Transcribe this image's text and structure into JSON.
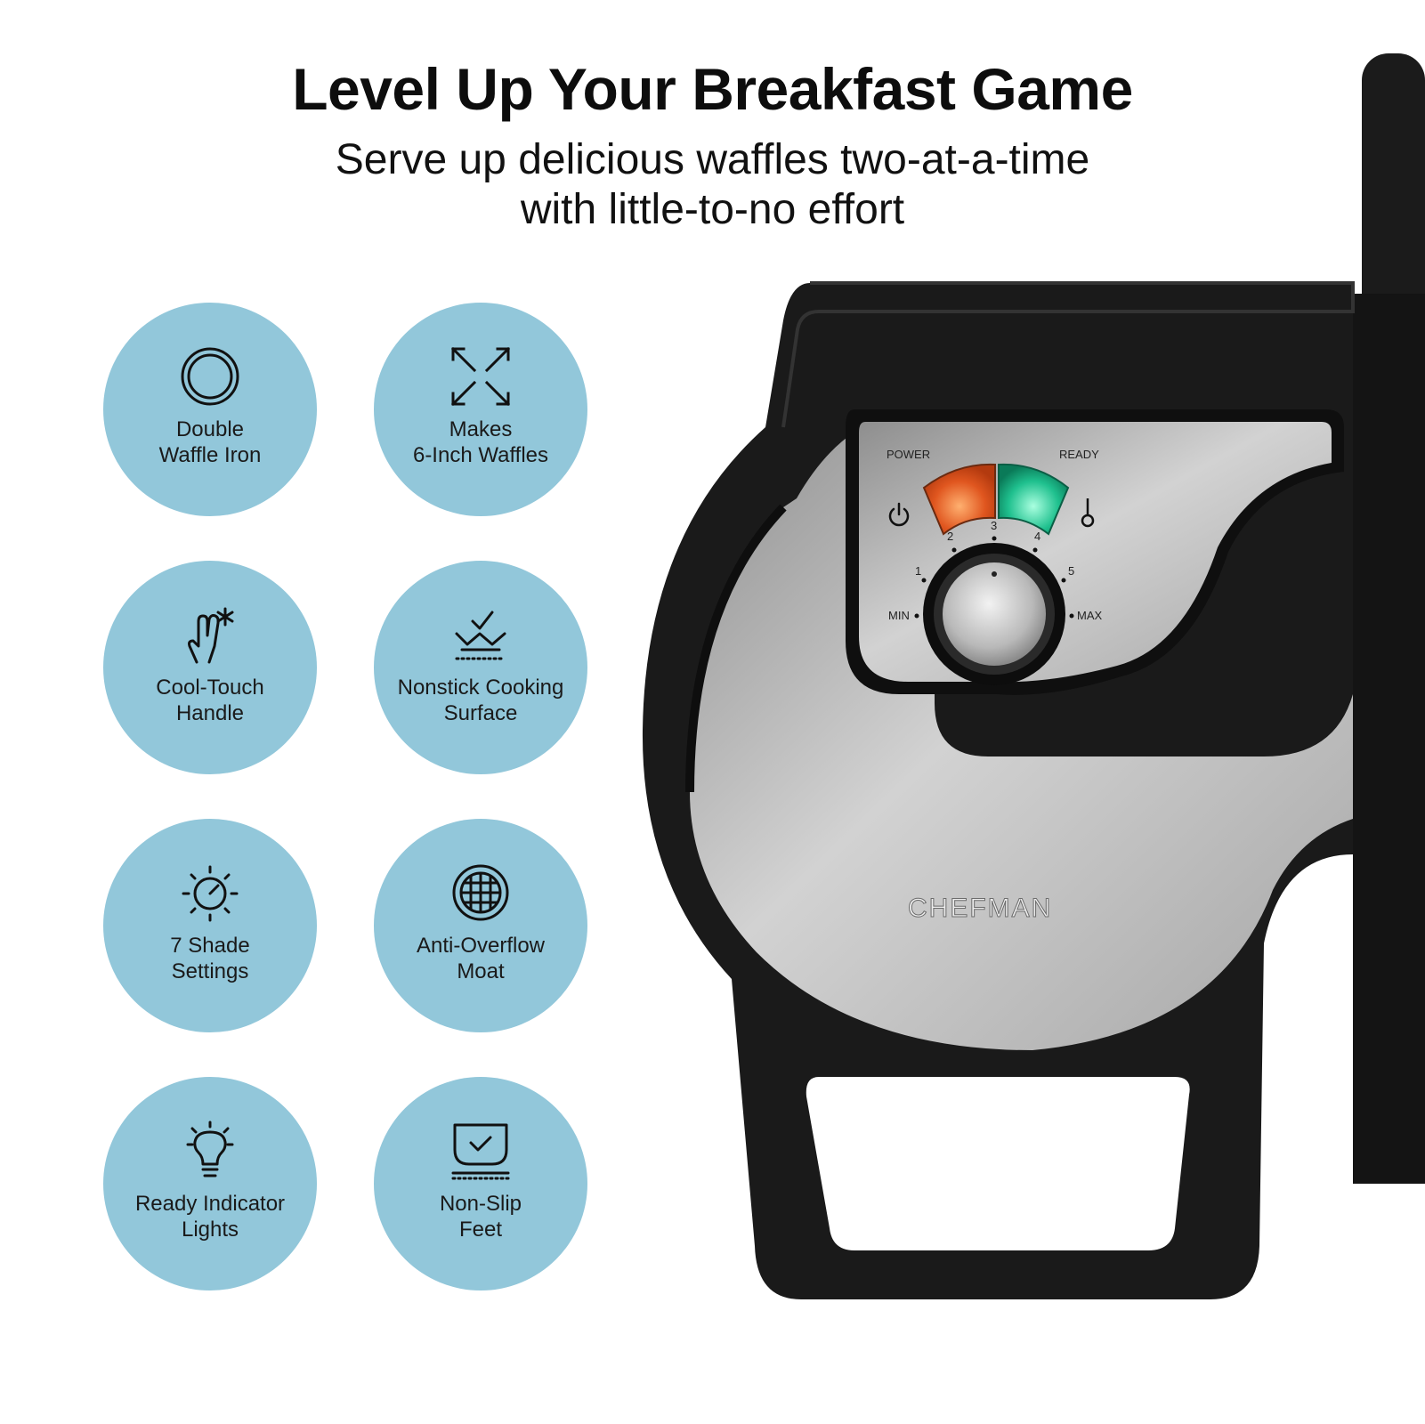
{
  "headline": "Level Up Your Breakfast Game",
  "subheadline": {
    "line1": "Serve up delicious waffles two-at-a-time",
    "line2": "with little-to-no effort"
  },
  "colors": {
    "badge": "#92c7da",
    "power_light": "#e0561f",
    "ready_light": "#1fc08e",
    "body": "#1a1a1a"
  },
  "features": [
    {
      "icon": "double-circle-icon",
      "line1": "Double",
      "line2": "Waffle Iron"
    },
    {
      "icon": "expand-arrows-icon",
      "line1": "Makes",
      "line2": "6-Inch Waffles"
    },
    {
      "icon": "cool-touch-hand-icon",
      "line1": "Cool-Touch",
      "line2": "Handle"
    },
    {
      "icon": "nonstick-surface-icon",
      "line1": "Nonstick Cooking",
      "line2": "Surface"
    },
    {
      "icon": "shade-dial-icon",
      "line1": "7 Shade",
      "line2": "Settings"
    },
    {
      "icon": "waffle-grid-icon",
      "line1": "Anti-Overflow",
      "line2": "Moat"
    },
    {
      "icon": "lightbulb-icon",
      "line1": "Ready Indicator",
      "line2": "Lights"
    },
    {
      "icon": "non-slip-feet-icon",
      "line1": "Non-Slip",
      "line2": "Feet"
    }
  ],
  "control_panel": {
    "power_label": "POWER",
    "ready_label": "READY",
    "min_label": "MIN",
    "max_label": "MAX",
    "dial_marks": [
      "1",
      "2",
      "3",
      "4",
      "5"
    ]
  },
  "brand": "CHEFMAN"
}
